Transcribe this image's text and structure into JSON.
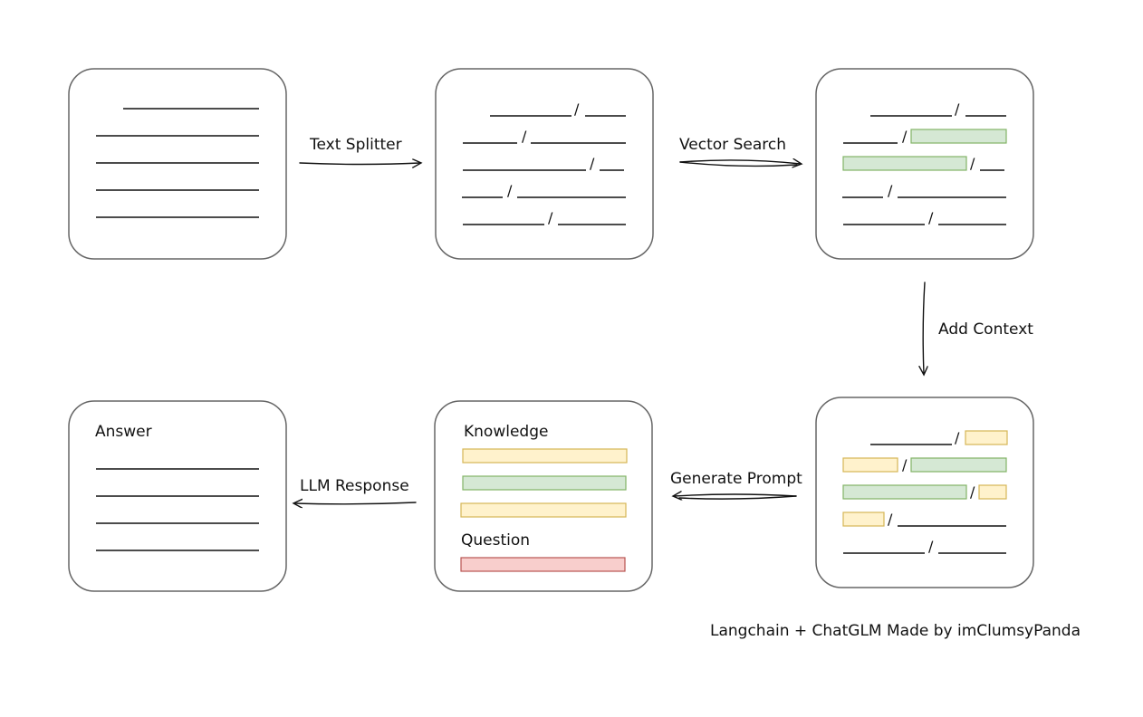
{
  "edges": {
    "text_splitter": "Text Splitter",
    "vector_search": "Vector Search",
    "add_context": "Add Context",
    "generate_prompt": "Generate Prompt",
    "llm_response": "LLM Response"
  },
  "nodes": {
    "prompt": {
      "knowledge_label": "Knowledge",
      "question_label": "Question"
    },
    "answer": {
      "title": "Answer"
    }
  },
  "colors": {
    "green_fill": "#d5e8d4",
    "green_stroke": "#82b366",
    "yellow_fill": "#fff2cc",
    "yellow_stroke": "#d6b656",
    "red_fill": "#f8cecc",
    "red_stroke": "#b85450"
  },
  "footer": {
    "credit": "Langchain + ChatGLM Made by imClumsyPanda"
  }
}
